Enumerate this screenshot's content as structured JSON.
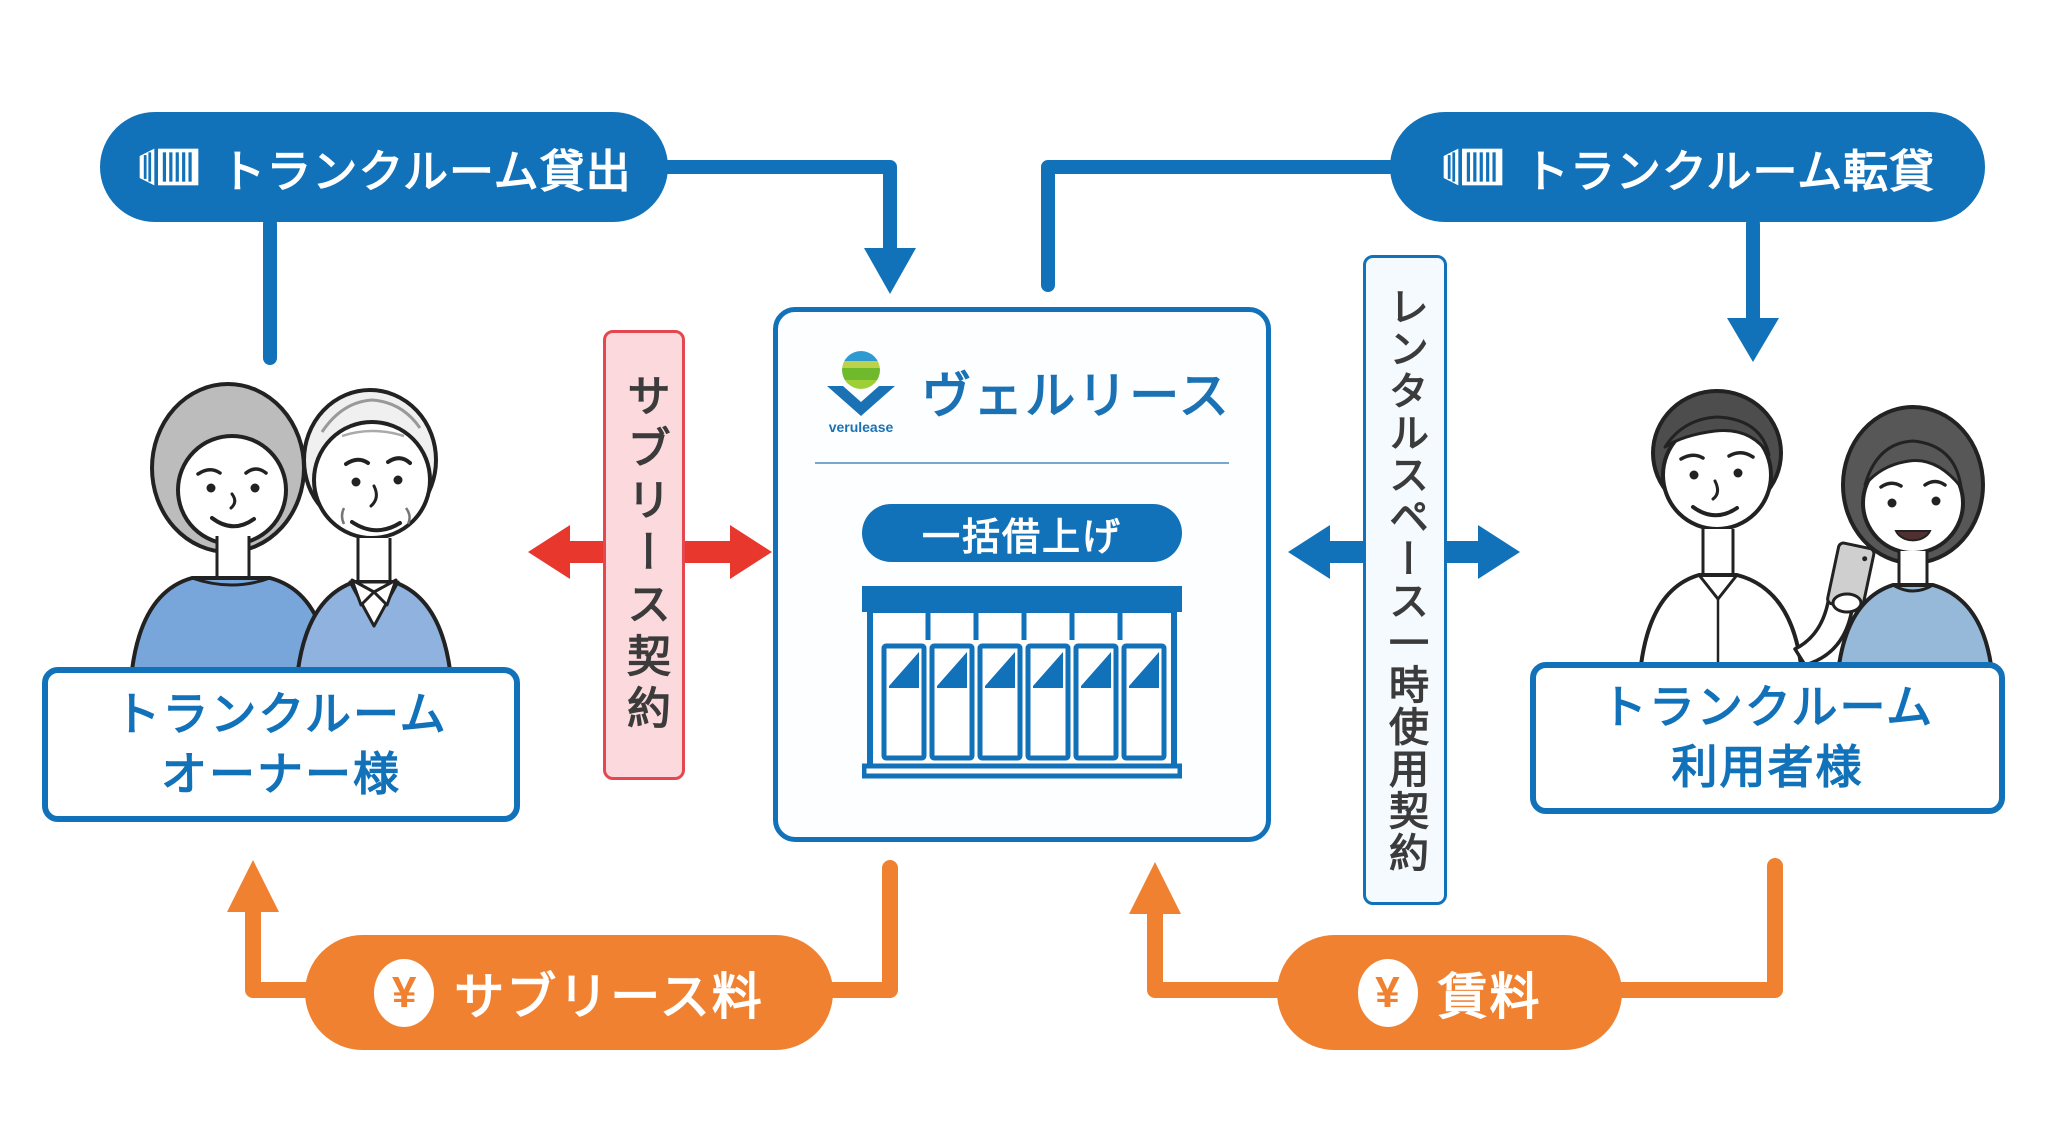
{
  "colors": {
    "blue": "#1272b9",
    "brand_blue": "#1a72b5",
    "orange": "#f08130",
    "red": "#e8372d",
    "pink_fill": "#fbd9dd",
    "pink_border": "#e4474f",
    "light_blue_fill": "#f4fafe",
    "dark_text": "#3b3b3b",
    "background": "#ffffff"
  },
  "icons": {
    "top_pills": "container-icon",
    "fee_pills": "yen-circle-icon",
    "center_logo": "verulease-logo",
    "center_illustration": "storage-units-illustration",
    "owner_side": "elderly-couple-illustration",
    "user_side": "young-couple-illustration"
  },
  "top_left_pill": {
    "label": "トランクルーム貸出"
  },
  "top_right_pill": {
    "label": "トランクルーム転貸"
  },
  "center": {
    "brand_jp": "ヴェルリース",
    "brand_en": "verulease",
    "pill": "一括借上げ"
  },
  "contract_left": {
    "label": "サブリース契約"
  },
  "contract_right": {
    "label": "レンタルスペース一時使用契約"
  },
  "owner_box": {
    "line1": "トランクルーム",
    "line2": "オーナー様"
  },
  "user_box": {
    "line1": "トランクルーム",
    "line2": "利用者様"
  },
  "fee_left": {
    "symbol": "¥",
    "label": "サブリース料"
  },
  "fee_right": {
    "symbol": "¥",
    "label": "賃料"
  }
}
